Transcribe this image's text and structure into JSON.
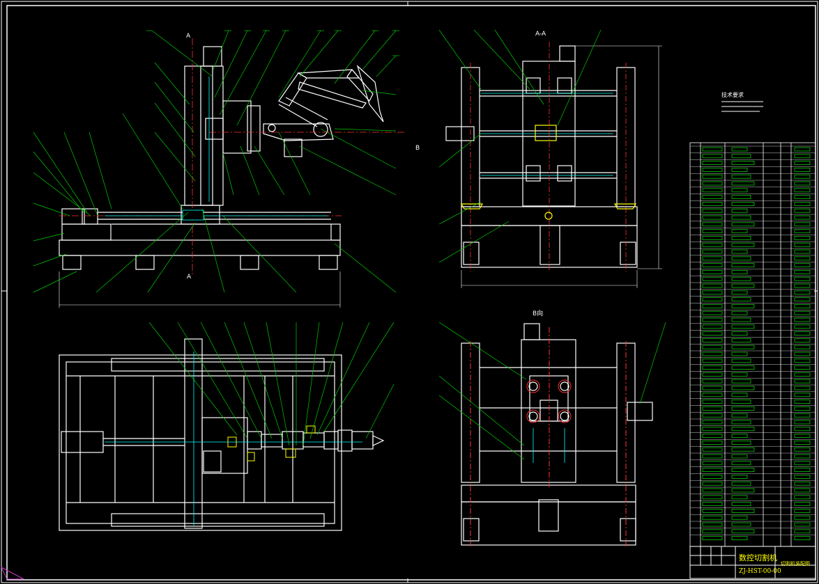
{
  "drawing": {
    "section_label_a_top": "A",
    "section_label_a_bottom": "A",
    "section_label_b": "B",
    "view_label_aa": "A-A",
    "view_label_b": "B向",
    "tech_requirements_title": "技术要求",
    "title_block": {
      "title": "数控切割机",
      "drawing_no": "ZJ-HST-00-00",
      "subtitle": "切割机装配图"
    }
  },
  "colors": {
    "background": "#000000",
    "outline": "#ffffff",
    "leader": "#00cc00",
    "centerline": "#ff3333",
    "hidden": "#00ffff",
    "accent": "#ffff00"
  }
}
